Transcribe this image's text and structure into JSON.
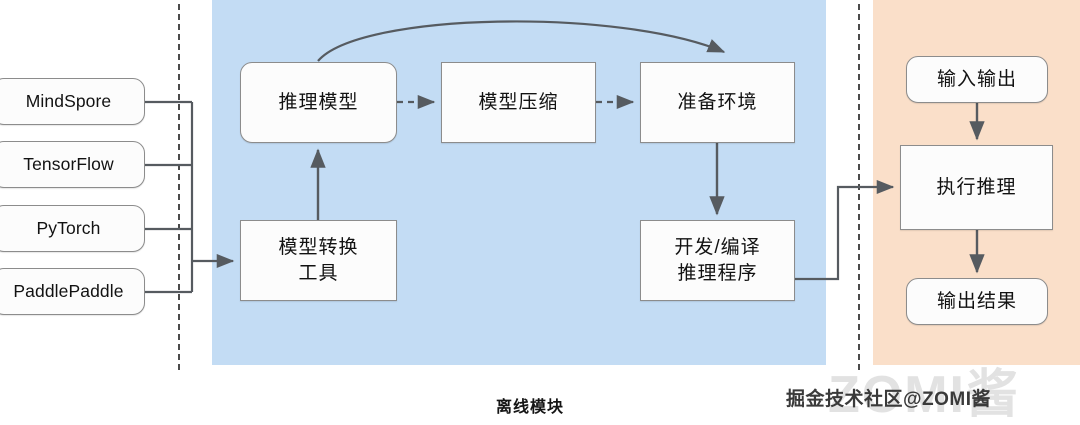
{
  "diagram": {
    "panels": {
      "offline": {
        "caption": "离线模块",
        "fill": "#c3dcf4"
      },
      "online": {
        "caption": "",
        "fill": "#fadfc9"
      }
    },
    "frameworks": [
      {
        "id": "mindspore",
        "label": "MindSpore"
      },
      {
        "id": "tensorflow",
        "label": "TensorFlow"
      },
      {
        "id": "pytorch",
        "label": "PyTorch"
      },
      {
        "id": "paddlepaddle",
        "label": "PaddlePaddle"
      }
    ],
    "offline_nodes": [
      {
        "id": "infer-model",
        "label": "推理模型"
      },
      {
        "id": "model-compress",
        "label": "模型压缩"
      },
      {
        "id": "prepare-env",
        "label": "准备环境"
      },
      {
        "id": "convert-tool",
        "label": "模型转换\n工具"
      },
      {
        "id": "build-program",
        "label": "开发/编译\n推理程序"
      }
    ],
    "online_nodes": [
      {
        "id": "io",
        "label": "输入输出"
      },
      {
        "id": "exec-infer",
        "label": "执行推理"
      },
      {
        "id": "output-result",
        "label": "输出结果"
      }
    ],
    "watermark": {
      "background_text": "ZOMI酱",
      "credit_text": "掘金技术社区@ZOMI酱"
    },
    "stroke_color": "#565b60",
    "node_border_color": "#8c8c8c"
  }
}
